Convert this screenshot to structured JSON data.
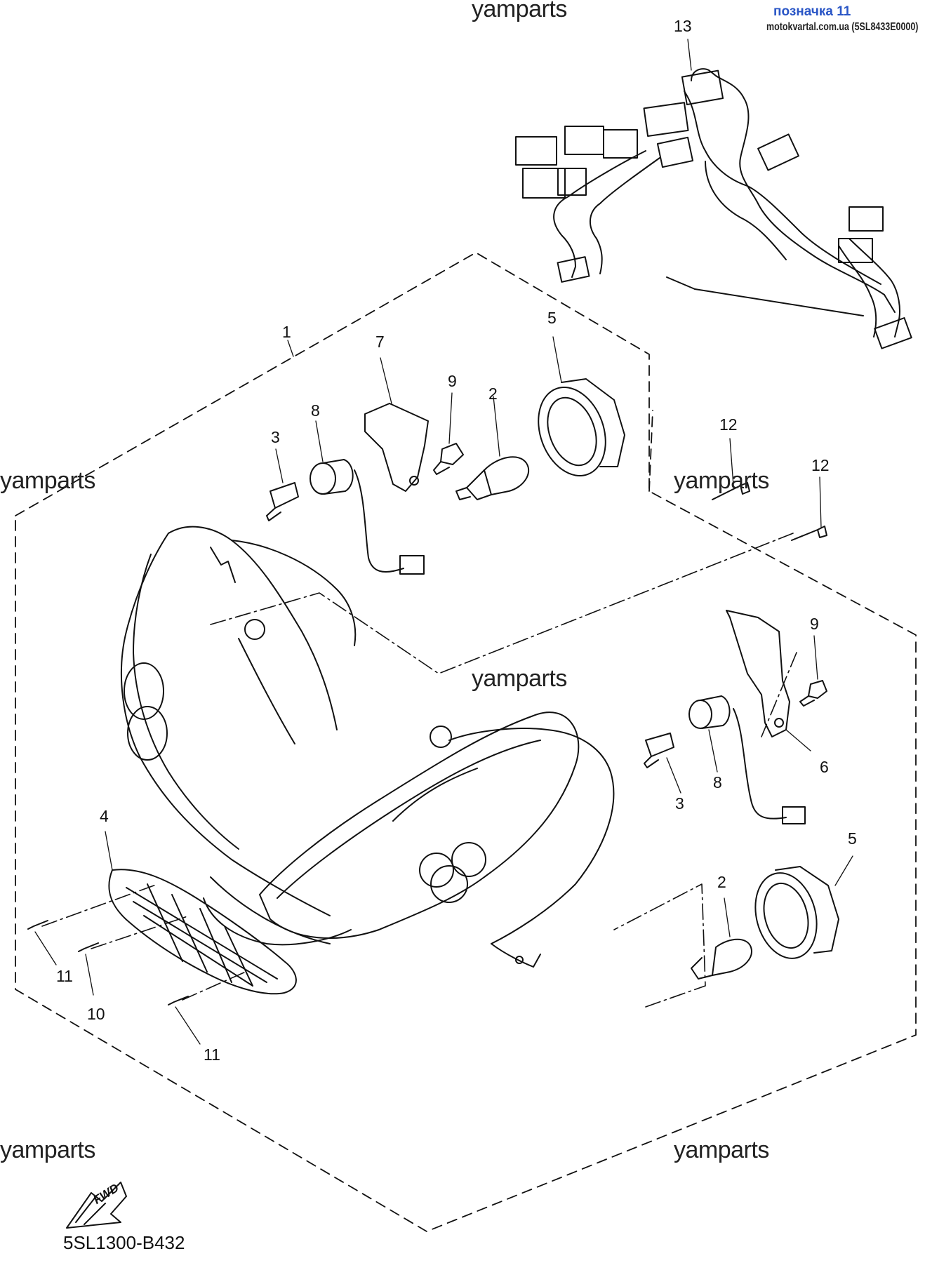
{
  "header": {
    "label": "позначка 11",
    "site": "motokvartal.com.ua (5SL8433E0000)"
  },
  "watermarks": [
    "yamparts",
    "yamparts",
    "yamparts",
    "yamparts",
    "yamparts",
    "yamparts"
  ],
  "callouts": {
    "c1": "1",
    "c2a": "2",
    "c2b": "2",
    "c3a": "3",
    "c3b": "3",
    "c4": "4",
    "c5a": "5",
    "c5b": "5",
    "c6": "6",
    "c7": "7",
    "c8a": "8",
    "c8b": "8",
    "c9a": "9",
    "c9b": "9",
    "c10": "10",
    "c11a": "11",
    "c11b": "11",
    "c12a": "12",
    "c12b": "12",
    "c13": "13"
  },
  "fwd_label": "FWD",
  "diagram_code": "5SL1300-B432"
}
